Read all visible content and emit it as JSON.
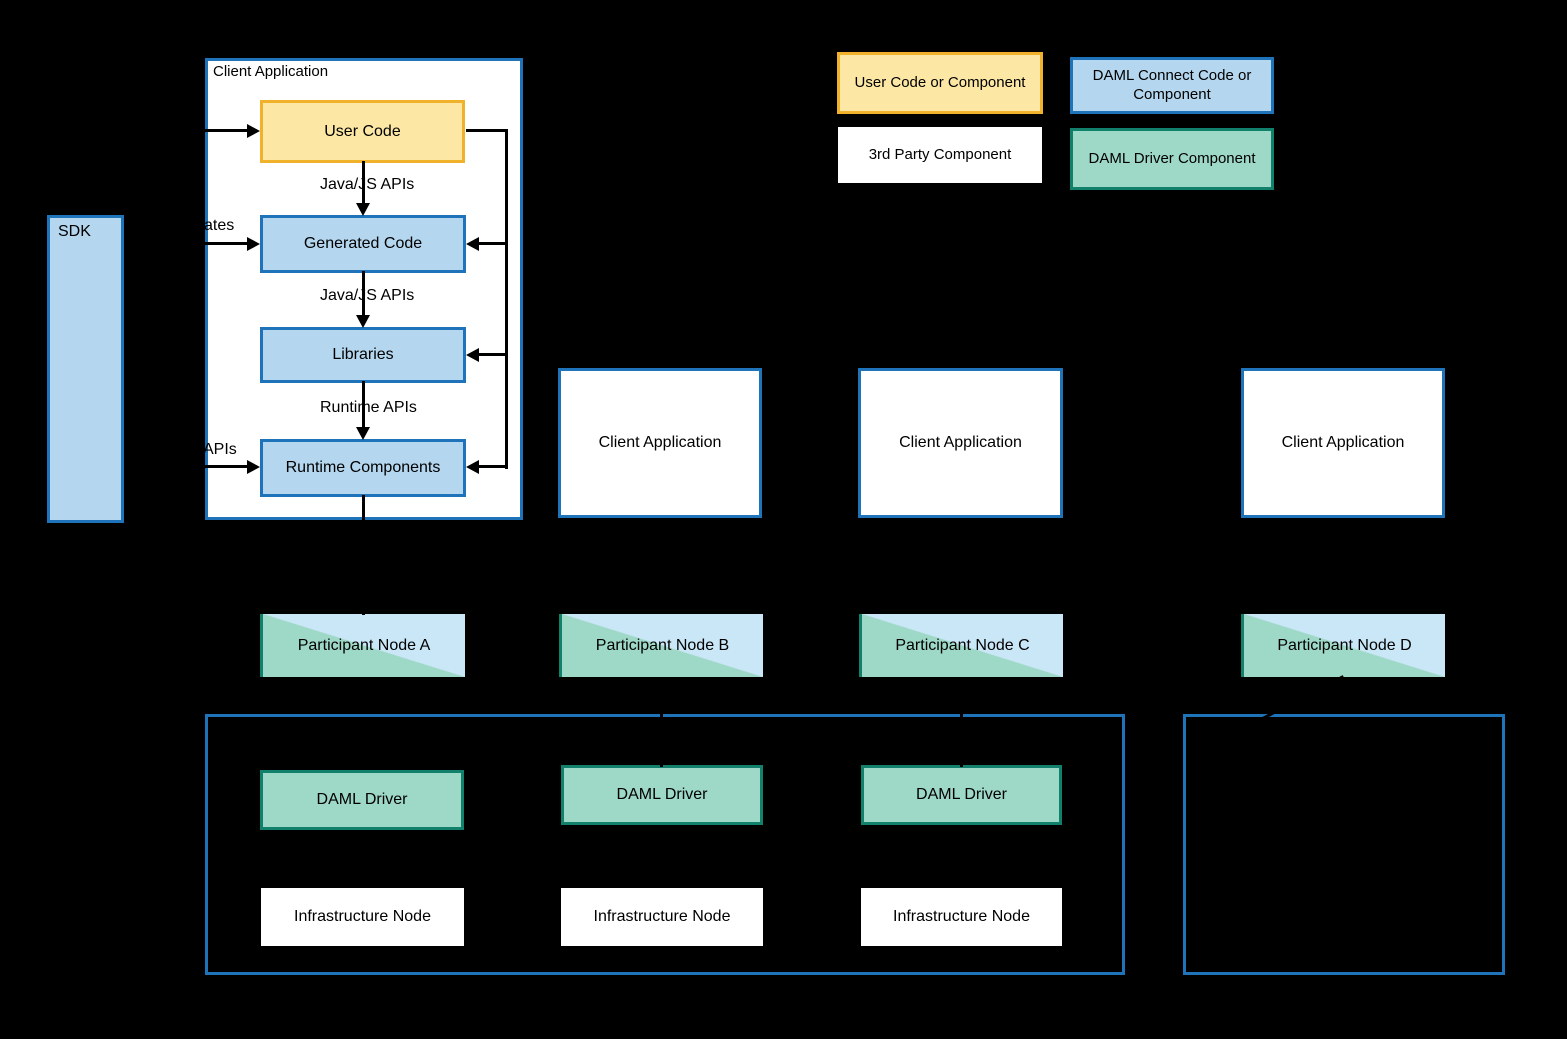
{
  "legend": {
    "user": "User Code or Component",
    "connect": "DAML Connect Code or Component",
    "third_party": "3rd Party Component",
    "driver": "DAML Driver Component"
  },
  "sdk_label": "SDK",
  "client_application": {
    "title": "Client Application",
    "user_code": "User Code",
    "generated_code": "Generated Code",
    "libraries": "Libraries",
    "runtime_components": "Runtime Components",
    "api_label_1": "Java/JS APIs",
    "api_label_2": "Java/JS APIs",
    "api_label_3": "Runtime APIs",
    "fragment_generates": "ates",
    "fragment_apis": "APIs"
  },
  "client_apps": {
    "b": "Client Application",
    "c": "Client Application",
    "d": "Client Application"
  },
  "participant_nodes": {
    "a": "Participant Node A",
    "b": "Participant Node B",
    "c": "Participant Node C",
    "d": "Participant Node D"
  },
  "daml_drivers": {
    "a": "DAML Driver",
    "b": "DAML Driver",
    "c": "DAML Driver"
  },
  "infrastructure_nodes": {
    "a": "Infrastructure Node",
    "b": "Infrastructure Node",
    "c": "Infrastructure Node"
  },
  "colors": {
    "background": "#000000",
    "blue_fill": "#B4D7EF",
    "blue_border": "#1E73B9",
    "yellow_fill": "#FCE7A4",
    "yellow_border": "#F0B22A",
    "green_fill": "#9ED8C6",
    "green_border": "#12816B",
    "participant_node_blue": "#C9E7F6",
    "white": "#FFFFFF",
    "line_black": "#000000"
  }
}
